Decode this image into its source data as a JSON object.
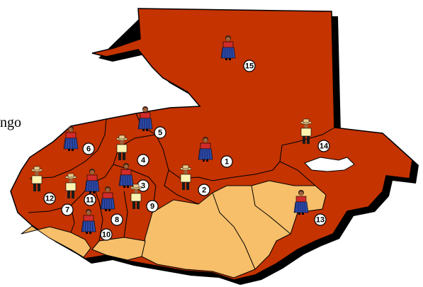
{
  "left_edge_text": "ngo",
  "colors": {
    "high_region": "#c43300",
    "low_region": "#f7bf6a",
    "shadow": "#000000",
    "border": "#000000",
    "woman_blouse": "#d22b2b",
    "woman_skirt": "#2e4aa8",
    "man_shirt": "#fff3b0",
    "man_hat": "#e8c98a"
  },
  "markers": [
    {
      "number": "1",
      "figure": "woman"
    },
    {
      "number": "2",
      "figure": "man"
    },
    {
      "number": "3",
      "figure": "woman"
    },
    {
      "number": "4",
      "figure": "man"
    },
    {
      "number": "5",
      "figure": "woman"
    },
    {
      "number": "6",
      "figure": "woman"
    },
    {
      "number": "7",
      "figure": "man"
    },
    {
      "number": "8",
      "figure": "woman"
    },
    {
      "number": "9",
      "figure": "man"
    },
    {
      "number": "10",
      "figure": "woman"
    },
    {
      "number": "11",
      "figure": "woman"
    },
    {
      "number": "12",
      "figure": "man"
    },
    {
      "number": "13",
      "figure": "woman"
    },
    {
      "number": "14",
      "figure": "man"
    },
    {
      "number": "15",
      "figure": "woman"
    }
  ]
}
